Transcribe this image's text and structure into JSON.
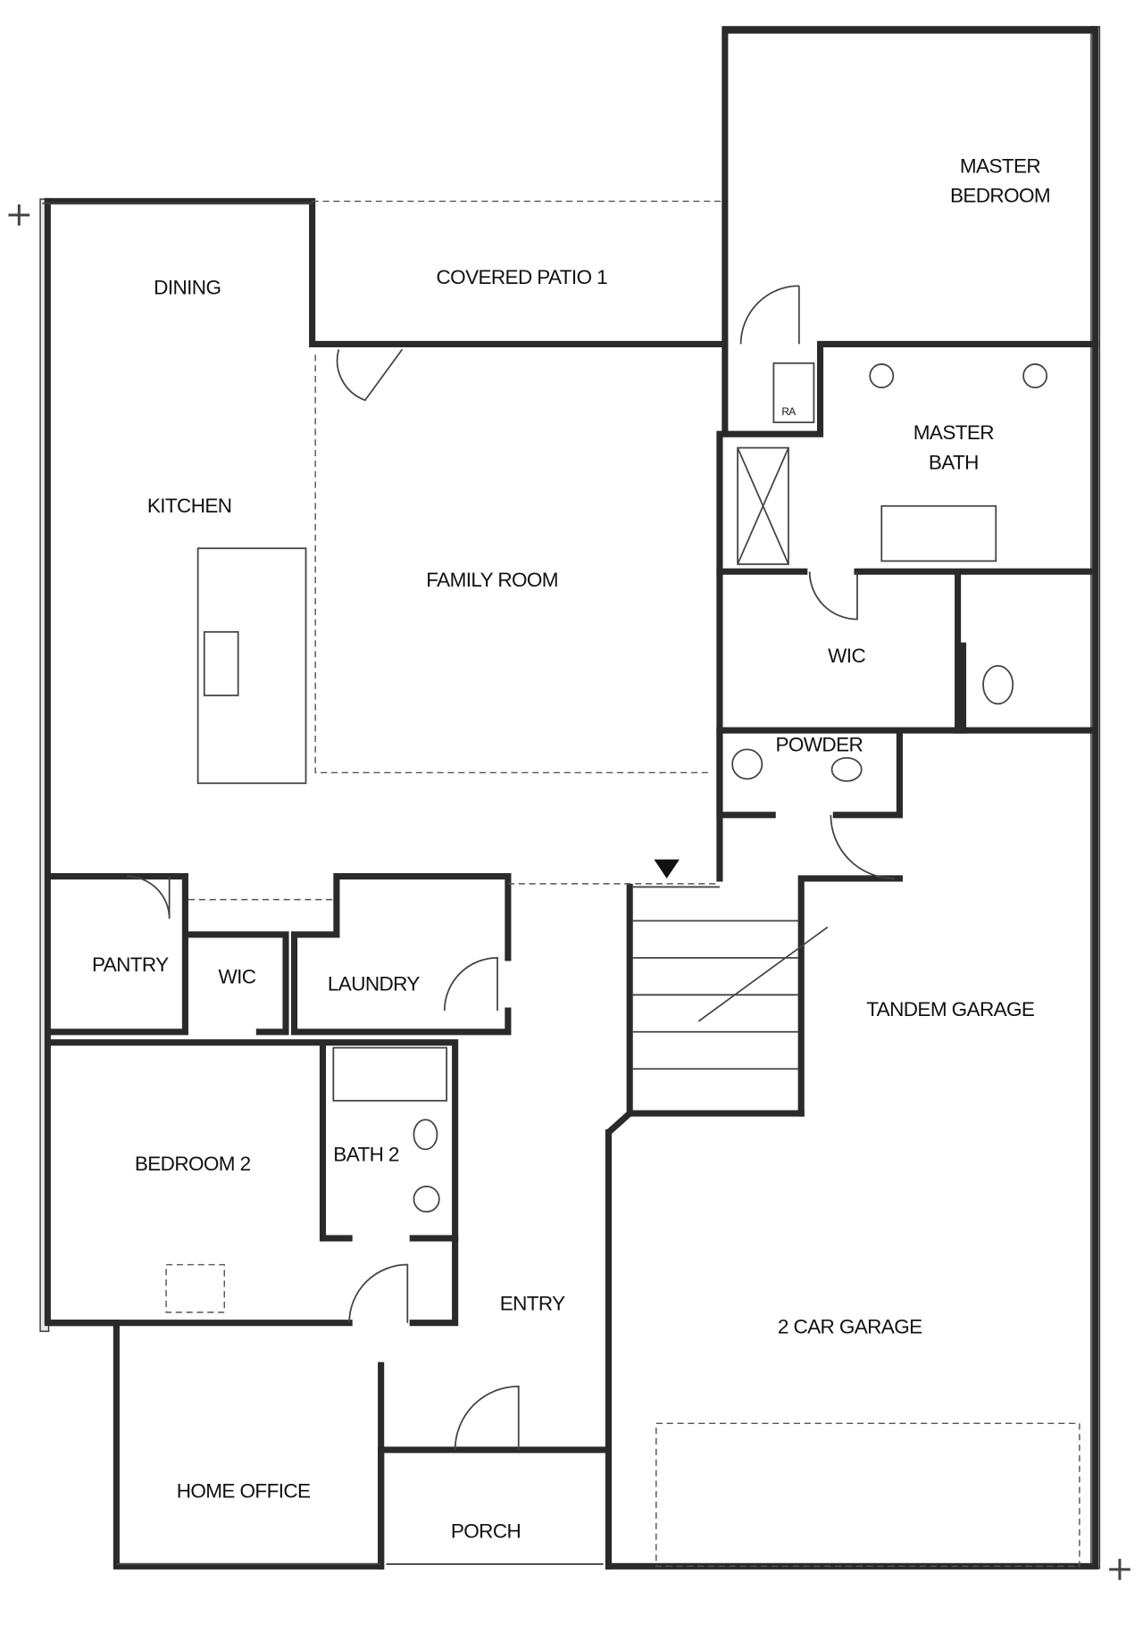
{
  "rooms": {
    "master_bedroom_1": "MASTER",
    "master_bedroom_2": "BEDROOM",
    "covered_patio": "COVERED PATIO 1",
    "dining": "DINING",
    "master_bath_1": "MASTER",
    "master_bath_2": "BATH",
    "ra": "RA",
    "kitchen": "KITCHEN",
    "family_room": "FAMILY ROOM",
    "wic_master": "WIC",
    "powder": "POWDER",
    "pantry": "PANTRY",
    "wic_bed2": "WIC",
    "laundry": "LAUNDRY",
    "tandem_garage": "TANDEM GARAGE",
    "bedroom_2": "BEDROOM 2",
    "bath_2": "BATH 2",
    "entry": "ENTRY",
    "two_car_garage": "2 CAR GARAGE",
    "home_office": "HOME OFFICE",
    "porch": "PORCH"
  }
}
